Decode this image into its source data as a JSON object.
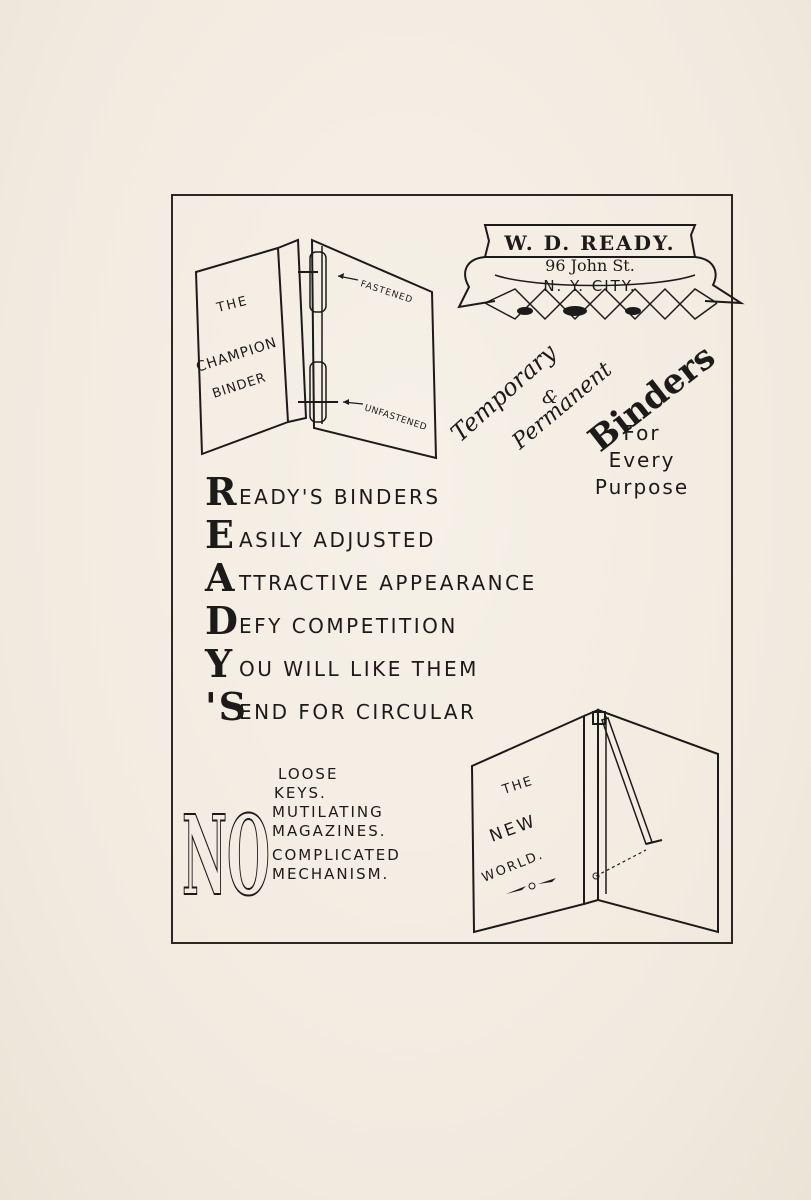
{
  "header": {
    "name": "W. D. READY.",
    "street": "96 John St.",
    "city": "N. Y. CITY."
  },
  "binders_tagline": {
    "temporary": "Temporary",
    "amp": "&",
    "permanent": "Permanent",
    "binders": "Binders",
    "for_line": "For",
    "every_line": "Every",
    "purpose_line": "Purpose"
  },
  "champion_binder": {
    "cover_line1": "THE",
    "cover_line2": "CHAMPION",
    "cover_line3": "BINDER",
    "label_fastened": "FASTENED",
    "label_unfastened": "UNFASTENED"
  },
  "acrostic": [
    {
      "initial": "R",
      "rest": "EADY'S BINDERS"
    },
    {
      "initial": "E",
      "rest": "ASILY ADJUSTED"
    },
    {
      "initial": "A",
      "rest": "TTRACTIVE APPEARANCE"
    },
    {
      "initial": "D",
      "rest": "EFY COMPETITION"
    },
    {
      "initial": "Y",
      "rest": "OU WILL LIKE THEM"
    },
    {
      "initial": "'S",
      "rest": "END FOR CIRCULAR"
    }
  ],
  "no_block": {
    "big_word": "NO",
    "items": [
      "LOOSE",
      "KEYS.",
      "MUTILATING",
      "MAGAZINES.",
      "COMPLICATED",
      "MECHANISM."
    ]
  },
  "new_world_binder": {
    "line1": "THE",
    "line2": "NEW",
    "line3": "WORLD."
  }
}
